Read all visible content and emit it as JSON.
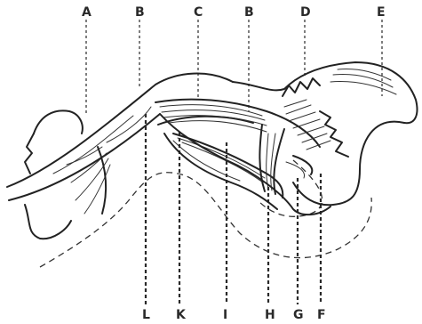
{
  "figure": {
    "labels": {
      "A": "A",
      "B1": "B",
      "C": "C",
      "B2": "B",
      "D": "D",
      "E": "E",
      "L": "L",
      "K": "K",
      "I": "I",
      "H": "H",
      "G": "G",
      "F": "F"
    }
  }
}
